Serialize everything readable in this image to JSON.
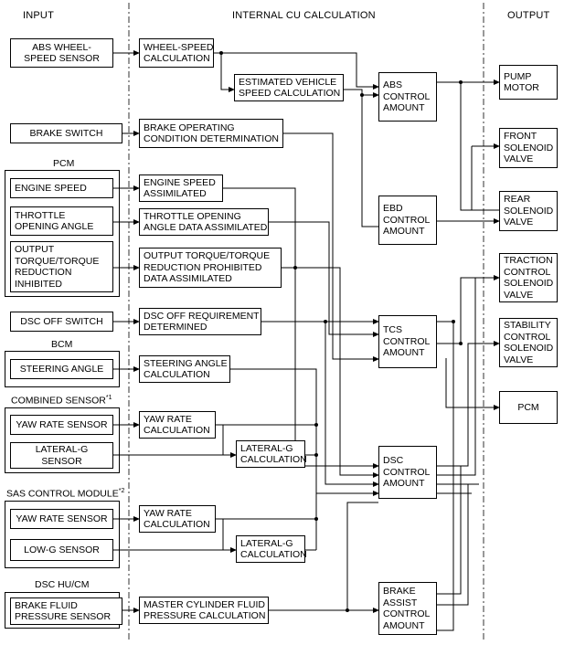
{
  "headers": {
    "input": "INPUT",
    "internal": "INTERNAL CU CALCULATION",
    "output": "OUTPUT"
  },
  "groups": {
    "pcm": "PCM",
    "bcm": "BCM",
    "combined_sensor": "COMBINED SENSOR",
    "combined_sensor_note": "*1",
    "sas_module": "SAS CONTROL MODULE",
    "sas_module_note": "*2",
    "dsc_hucm": "DSC HU/CM"
  },
  "inputs": {
    "abs_wheel_speed_sensor": "ABS WHEEL-\nSPEED SENSOR",
    "brake_switch": "BRAKE SWITCH",
    "engine_speed": "ENGINE SPEED",
    "throttle_opening_angle": "THROTTLE\nOPENING ANGLE",
    "output_torque_reduction": "OUTPUT\nTORQUE/TORQUE\nREDUCTION\nINHIBITED",
    "dsc_off_switch": "DSC OFF SWITCH",
    "steering_angle": "STEERING ANGLE",
    "yaw_rate_sensor_1": "YAW RATE SENSOR",
    "lateral_g_sensor": "LATERAL-G\nSENSOR",
    "yaw_rate_sensor_2": "YAW RATE SENSOR",
    "low_g_sensor": "LOW-G SENSOR",
    "brake_fluid_pressure_sensor": "BRAKE FLUID\nPRESSURE SENSOR"
  },
  "calcs": {
    "wheel_speed_calc": "WHEEL-SPEED\nCALCULATION",
    "est_vehicle_speed": "ESTIMATED VEHICLE\nSPEED CALCULATION",
    "brake_operating": "BRAKE OPERATING\nCONDITION DETERMINATION",
    "engine_speed_assim": "ENGINE SPEED\nASSIMILATED",
    "throttle_assim": "THROTTLE OPENING\nANGLE DATA ASSIMILATED",
    "torque_assim": "OUTPUT TORQUE/TORQUE\nREDUCTION PROHIBITED\nDATA ASSIMILATED",
    "dsc_off_req": "DSC OFF REQUIREMENT\nDETERMINED",
    "steering_calc": "STEERING ANGLE\nCALCULATION",
    "yaw_calc_1": "YAW RATE\nCALCULATION",
    "lat_g_calc_1": "LATERAL-G\nCALCULATION",
    "yaw_calc_2": "YAW RATE\nCALCULATION",
    "lat_g_calc_2": "LATERAL-G\nCALCULATION",
    "master_cyl_calc": "MASTER CYLINDER FLUID\nPRESSURE CALCULATION"
  },
  "controls": {
    "abs": "ABS\nCONTROL\nAMOUNT",
    "ebd": "EBD\nCONTROL\nAMOUNT",
    "tcs": "TCS\nCONTROL\nAMOUNT",
    "dsc": "DSC\nCONTROL\nAMOUNT",
    "brake_assist": "BRAKE\nASSIST\nCONTROL\nAMOUNT"
  },
  "outputs": {
    "pump_motor": "PUMP\nMOTOR",
    "front_solenoid": "FRONT\nSOLENOID\nVALVE",
    "rear_solenoid": "REAR\nSOLENOID\nVALVE",
    "traction_solenoid": "TRACTION\nCONTROL\nSOLENOID\nVALVE",
    "stability_solenoid": "STABILITY\nCONTROL\nSOLENOID\nVALVE",
    "pcm": "PCM"
  }
}
